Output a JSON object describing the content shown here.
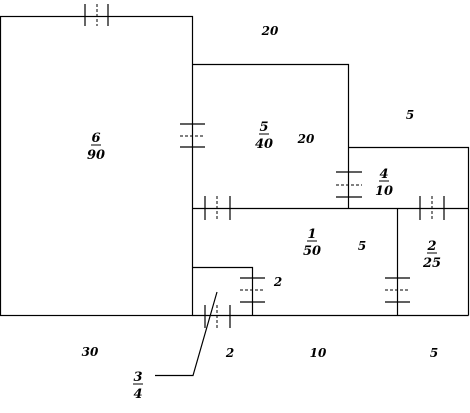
{
  "rooms": [
    {
      "number": "6",
      "area": "90"
    },
    {
      "number": "5",
      "area": "40"
    },
    {
      "number": "4",
      "area": "10"
    },
    {
      "number": "1",
      "area": "50"
    },
    {
      "number": "2",
      "area": "25"
    },
    {
      "number": "3",
      "area": "4"
    }
  ],
  "dimensions": {
    "top_center": "20",
    "top_right": "5",
    "room5_inner": "20",
    "room1_inner": "5",
    "room3_side": "2",
    "bottom_left": "30",
    "bottom_2": "2",
    "bottom_10": "10",
    "bottom_right": "5"
  }
}
